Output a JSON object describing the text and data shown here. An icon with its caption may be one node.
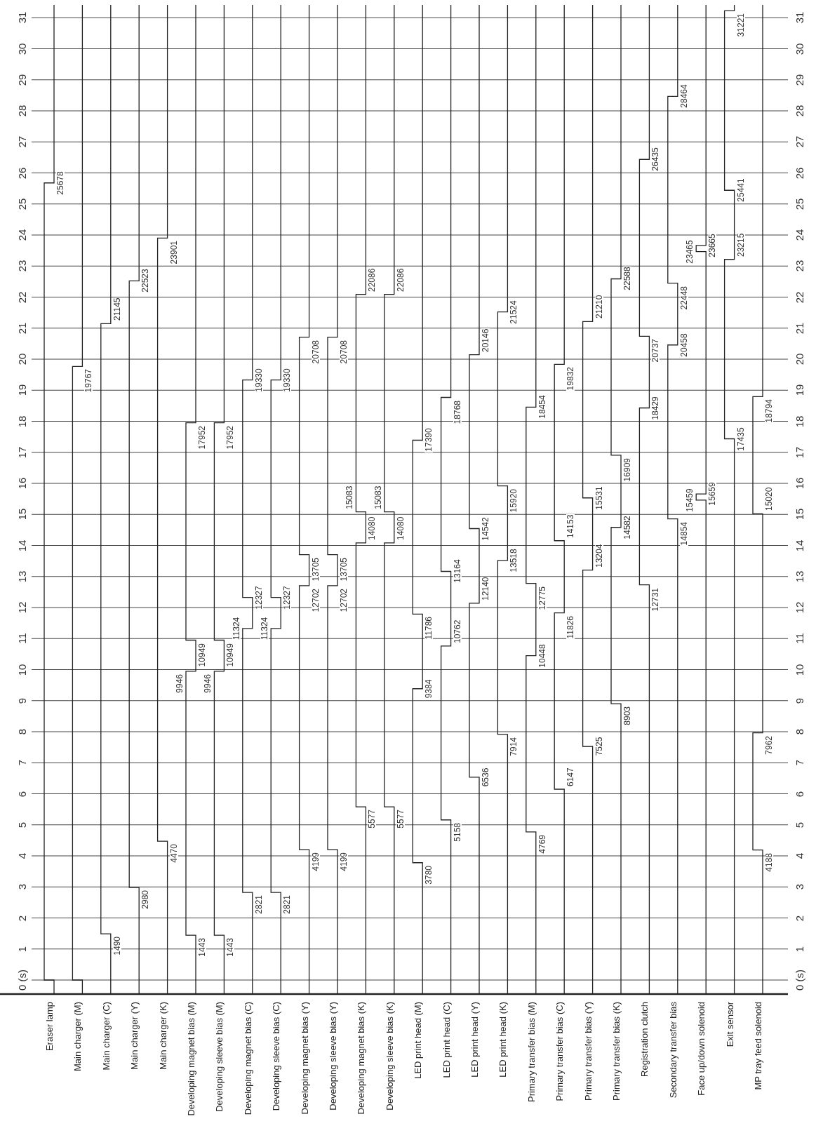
{
  "diagram": {
    "labels": [
      "0 (s)",
      "1",
      "2",
      "3",
      "4",
      "5",
      "6",
      "7",
      "8",
      "9",
      "10",
      "11",
      "12",
      "13",
      "14",
      "15",
      "16",
      "17",
      "18",
      "19",
      "20",
      "21",
      "22",
      "23",
      "24",
      "25",
      "26",
      "27",
      "28",
      "29",
      "30",
      "31",
      "0 (s)",
      "1",
      "2",
      "3",
      "4",
      "5",
      "6",
      "7",
      "8",
      "9",
      "10",
      "11",
      "12",
      "13",
      "14",
      "15",
      "16",
      "17",
      "18",
      "19",
      "20",
      "21",
      "22",
      "23",
      "24",
      "25",
      "26",
      "27",
      "28",
      "29",
      "30",
      "31",
      "Eraser lamp",
      "Main charger (M)",
      "Main charger (C)",
      "Main charger (Y)",
      "Main charger (K)",
      "Developing magnet bias (M)",
      "Developing sleeve bias (M)",
      "Developing magnet bias (C)",
      "Developing sleeve bias (C)",
      "Developing magnet bias (Y)",
      "Developing sleeve bias (Y)",
      "Developing magnet bias (K)",
      "Developing sleeve bias (K)",
      "LED print head (M)",
      "LED print head (C)",
      "LED print head (Y)",
      "LED print head (K)",
      "Primary transfer bias (M)",
      "Primary transfer bias (C)",
      "Primary transfer bias (Y)",
      "Primary transfer bias (K)",
      "Registration clutch",
      "Secondary transfer bias",
      "Face up/down solenoid",
      "Exit sensor",
      "MP tray feed solenoid",
      "25678",
      "19767",
      "1490",
      "21145",
      "2980",
      "22523",
      "4470",
      "23901",
      "1443",
      "9946",
      "10949",
      "17952",
      "1443",
      "9946",
      "10949",
      "17952",
      "2821",
      "11324",
      "12327",
      "19330",
      "2821",
      "11324",
      "12327",
      "19330",
      "4199",
      "12702",
      "13705",
      "20708",
      "4199",
      "12702",
      "13705",
      "20708",
      "5577",
      "14080",
      "15083",
      "22086",
      "5577",
      "14080",
      "15083",
      "22086",
      "3780",
      "9384",
      "11786",
      "17390",
      "5158",
      "10762",
      "13164",
      "18768",
      "6536",
      "12140",
      "14542",
      "20146",
      "7914",
      "13518",
      "15920",
      "21524",
      "4769",
      "10448",
      "12775",
      "18454",
      "6147",
      "11826",
      "14153",
      "19832",
      "7525",
      "13204",
      "15531",
      "21210",
      "8903",
      "14582",
      "16909",
      "22588",
      "12731",
      "18429",
      "20737",
      "26435",
      "14854",
      "20458",
      "22448",
      "28464",
      "15459",
      "15659",
      "23465",
      "23665",
      "17435",
      "23215",
      "25441",
      "31221",
      "4188",
      "7962",
      "15020",
      "18794"
    ]
  }
}
